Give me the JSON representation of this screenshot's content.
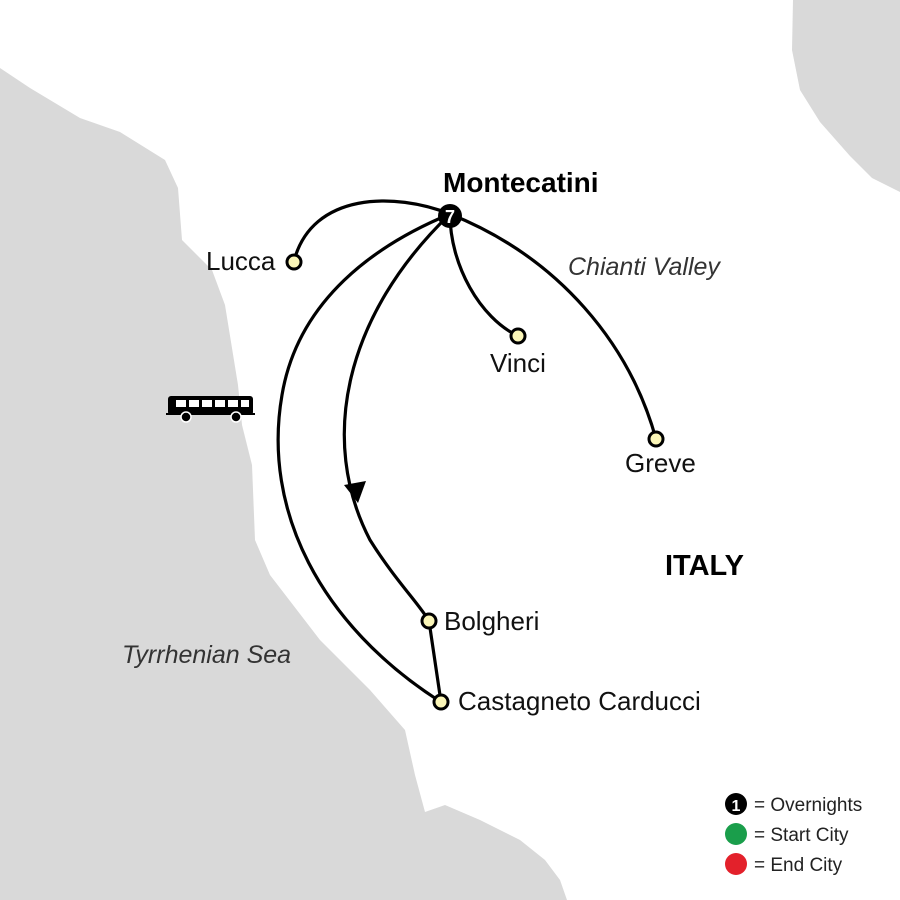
{
  "colors": {
    "land": "#ffffff",
    "sea": "#d9d9d9",
    "route": "#000000",
    "city_dot": "#fbf6b8",
    "overnight_badge": "#000000",
    "start_city": "#1a9e4b",
    "end_city": "#e3212b"
  },
  "labels": {
    "hub_city": "Montecatini",
    "hub_overnights": "7",
    "region": "Chianti Valley",
    "country": "ITALY",
    "sea": "Tyrrhenian Sea"
  },
  "cities": [
    {
      "id": "lucca",
      "name": "Lucca"
    },
    {
      "id": "vinci",
      "name": "Vinci"
    },
    {
      "id": "greve",
      "name": "Greve"
    },
    {
      "id": "bolgheri",
      "name": "Bolgheri"
    },
    {
      "id": "castagneto",
      "name": "Castagneto Carducci"
    }
  ],
  "transport_icon": "bus-icon",
  "legend": {
    "overnights_badge": "1",
    "overnights_label": "= Overnights",
    "start_label": "= Start City",
    "end_label": "= End City"
  }
}
